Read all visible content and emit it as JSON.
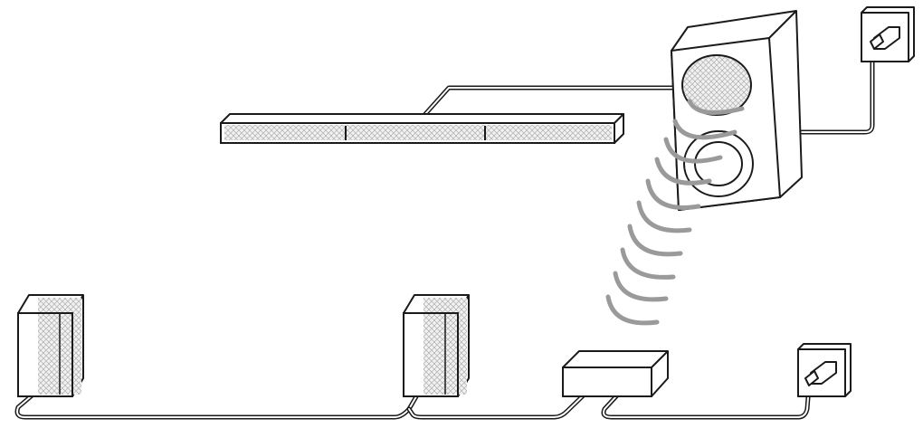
{
  "diagram": {
    "components": [
      {
        "id": "soundbar",
        "icon": "soundbar-icon"
      },
      {
        "id": "subwoofer",
        "icon": "subwoofer-icon"
      },
      {
        "id": "rear-speaker-left",
        "icon": "speaker-icon"
      },
      {
        "id": "rear-speaker-right",
        "icon": "speaker-icon"
      },
      {
        "id": "wireless-receiver",
        "icon": "receiver-box-icon"
      },
      {
        "id": "wall-outlet-top",
        "icon": "wall-outlet-icon"
      },
      {
        "id": "wall-outlet-bottom",
        "icon": "wall-outlet-icon"
      }
    ],
    "connections": [
      {
        "from": "soundbar",
        "to": "subwoofer",
        "kind": "wired"
      },
      {
        "from": "subwoofer",
        "to": "wall-outlet-top",
        "kind": "power"
      },
      {
        "from": "subwoofer",
        "to": "wireless-receiver",
        "kind": "wireless"
      },
      {
        "from": "rear-speaker-left",
        "to": "rear-speaker-right",
        "kind": "wired"
      },
      {
        "from": "rear-speaker-right",
        "to": "wireless-receiver",
        "kind": "wired"
      },
      {
        "from": "wireless-receiver",
        "to": "wall-outlet-bottom",
        "kind": "power"
      }
    ],
    "colors": {
      "line": "#1a1a1a",
      "wave": "#9a9a9a",
      "mesh": "#c8c8c8",
      "background": "#ffffff"
    }
  }
}
